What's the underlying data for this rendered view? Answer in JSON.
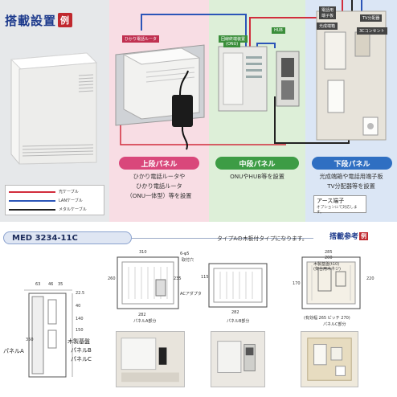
{
  "header": {
    "title": "搭載設置",
    "title_badge": "例"
  },
  "legend": {
    "items": [
      {
        "label": "光ケーブル",
        "color": "#d12d3c"
      },
      {
        "label": "LANケーブル",
        "color": "#2b55b8"
      },
      {
        "label": "メタルケーブル",
        "color": "#222222"
      }
    ]
  },
  "panels": {
    "upper": {
      "name": "上段パネル",
      "callout": "ひかり電話ルータ",
      "desc_lines": [
        "ひかり電話ルータや",
        "ひかり電話ルータ",
        "（ONU一体型）等を設置"
      ],
      "accent": "#d9477b"
    },
    "middle": {
      "name": "中段パネル",
      "callouts": [
        "回線終端装置",
        "(ONU)",
        "HUB"
      ],
      "desc_lines": [
        "ONUやHUB等を設置"
      ],
      "accent": "#3d9c45"
    },
    "lower": {
      "name": "下段パネル",
      "callouts": [
        "電話用",
        "端子板",
        "光成端箱",
        "TV分配器",
        "3Cコンセント"
      ],
      "desc_lines": [
        "光成端箱や電話用端子板",
        "TV分配器等を設置"
      ],
      "earth_title": "アース端子",
      "earth_sub": "オプションにて対応します。",
      "accent": "#2f6fc2"
    }
  },
  "model": {
    "number": "MED 3234-11C",
    "type_note": "タイプAの木板付タイプになります。",
    "ref_label": "搭載参考",
    "ref_badge": "例"
  },
  "drawings": {
    "side": {
      "dims": [
        "63",
        "46",
        "35",
        "22.5",
        "40",
        "140",
        "150",
        "350"
      ],
      "labels": [
        "木製基盤",
        "パネルB",
        "パネルC",
        "パネルA"
      ]
    },
    "panelA": {
      "dims": [
        "310",
        "6-φ5",
        "取付穴",
        "ACアダプタ",
        "260",
        "235",
        "282"
      ],
      "caption": "パネルA部分"
    },
    "panelB": {
      "dims": [
        "115",
        "282"
      ],
      "caption": "パネルB部分"
    },
    "panelC": {
      "dims": [
        "285",
        "200",
        "木製基盤(t10)",
        "(架台用木ネジ)",
        "(有効幅 265 ピッチ 270)",
        "220",
        "170"
      ],
      "caption": "パネルC部分"
    }
  }
}
